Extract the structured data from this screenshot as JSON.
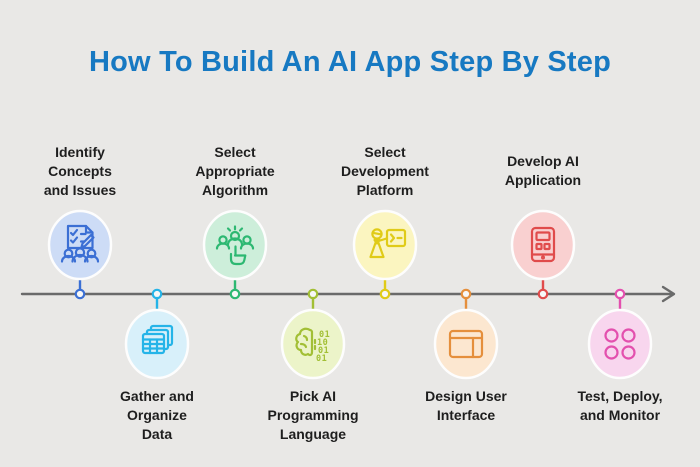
{
  "title": "How To Build An AI App Step By Step",
  "colors": {
    "background": "#e9e8e6",
    "title": "#1779c2",
    "timeline": "#6a6a6a",
    "label_text": "#1e1e1e"
  },
  "steps": [
    {
      "label": "Identify\nConcepts\nand Issues",
      "position": "above",
      "icon": "clipboard-checklist-team-icon",
      "circle_color": "#cddcf6",
      "accent_color": "#3b6fd4"
    },
    {
      "label": "Gather and\nOrganize\nData",
      "position": "below",
      "icon": "stacked-data-tables-icon",
      "circle_color": "#d8f0fa",
      "accent_color": "#25b4e8"
    },
    {
      "label": "Select\nAppropriate\nAlgorithm",
      "position": "above",
      "icon": "team-selection-hand-icon",
      "circle_color": "#cdeeda",
      "accent_color": "#2db872"
    },
    {
      "label": "Pick AI\nProgramming\nLanguage",
      "position": "below",
      "icon": "brain-binary-code-icon",
      "circle_color": "#ecf4c9",
      "accent_color": "#a2bf35"
    },
    {
      "label": "Select\nDevelopment\nPlatform",
      "position": "above",
      "icon": "presenter-screen-icon",
      "circle_color": "#fbf5c0",
      "accent_color": "#e0cb18"
    },
    {
      "label": "Design User\nInterface",
      "position": "below",
      "icon": "browser-layout-icon",
      "circle_color": "#fce7d0",
      "accent_color": "#e58f3c"
    },
    {
      "label": "Develop AI\nApplication",
      "position": "above",
      "icon": "mobile-app-icon",
      "circle_color": "#f9d0d0",
      "accent_color": "#e04b4b"
    },
    {
      "label": "Test, Deploy,\nand Monitor",
      "position": "below",
      "icon": "four-circles-icon",
      "circle_color": "#f8d6ee",
      "accent_color": "#e350ae"
    }
  ]
}
